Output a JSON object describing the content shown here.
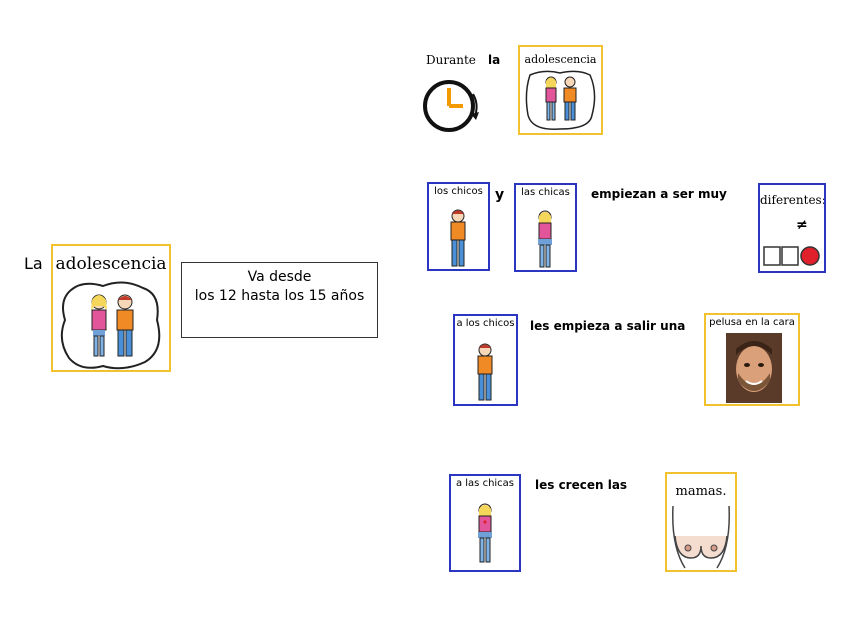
{
  "left": {
    "intro_word": "La",
    "card_title": "adolescencia",
    "textbox_line1": "Va desde",
    "textbox_line2": "los 12 hasta los 15 años"
  },
  "row1": {
    "clock_label": "Durante",
    "word": "la",
    "card_title": "adolescencia"
  },
  "row2": {
    "card1": "los chicos",
    "connector": "y",
    "card2": "las chicas",
    "phrase": "empiezan a ser muy",
    "card3": "diferentes:",
    "symbol": "≠"
  },
  "row3": {
    "card1": "a los chicos",
    "phrase": "les empieza a salir una",
    "card2": "pelusa en la cara"
  },
  "row4": {
    "card1": "a las chicas",
    "phrase": "les crecen las",
    "card2": "mamas."
  },
  "colors": {
    "yellow_border": "#f2c12e",
    "blue_border": "#2a35c2",
    "clock_orange": "#f29a00"
  }
}
